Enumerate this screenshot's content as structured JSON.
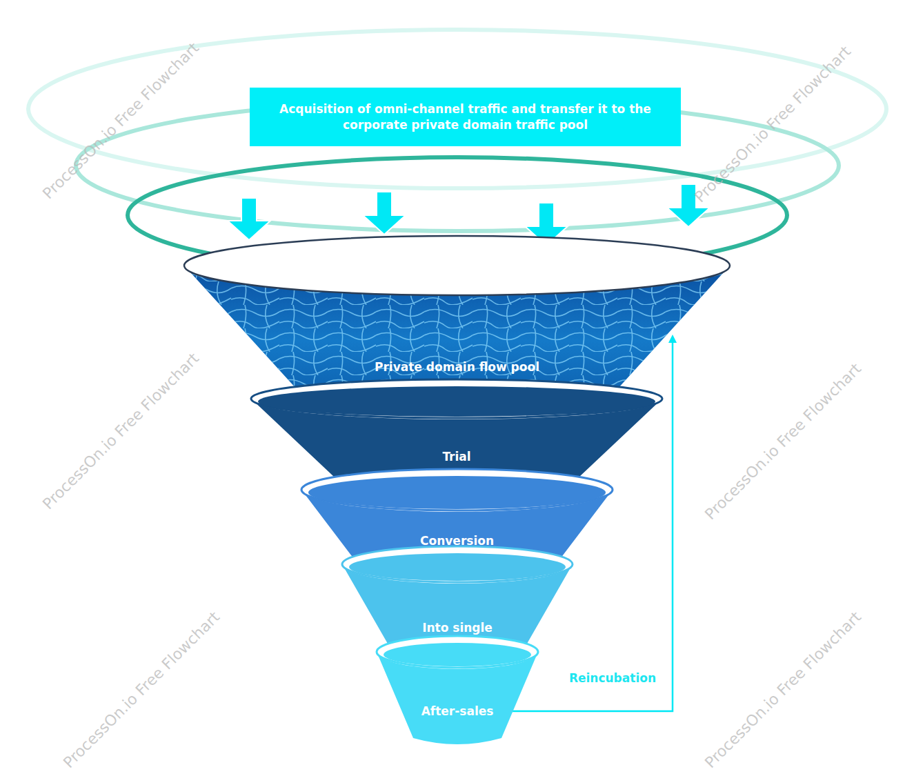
{
  "diagram": {
    "nodes": [
      {
        "text": [
          "Acquisition of omni-channel traffic and transfer it to the corporate private domain traffic pool"
        ]
      },
      {
        "text": [
          "Private domain flow pool"
        ]
      },
      {
        "text": [
          "Trial"
        ]
      },
      {
        "text": [
          "Conversion"
        ]
      },
      {
        "text": [
          "Into single"
        ]
      },
      {
        "text": [
          "After-sales"
        ]
      }
    ],
    "edges": [
      {
        "from": 0,
        "to": 1,
        "arrow": "to"
      },
      {
        "from": 5,
        "to": 1,
        "label": "Reincubation",
        "arrow": "to"
      }
    ],
    "labels": [
      "ProcessOn.io Free Flowchart",
      "ProcessOn.io Free Flowchart",
      "ProcessOn.io Free Flowchart",
      "ProcessOn.io Free Flowchart",
      "ProcessOn.io Free Flowchart",
      "ProcessOn.io Free Flowchart"
    ]
  }
}
